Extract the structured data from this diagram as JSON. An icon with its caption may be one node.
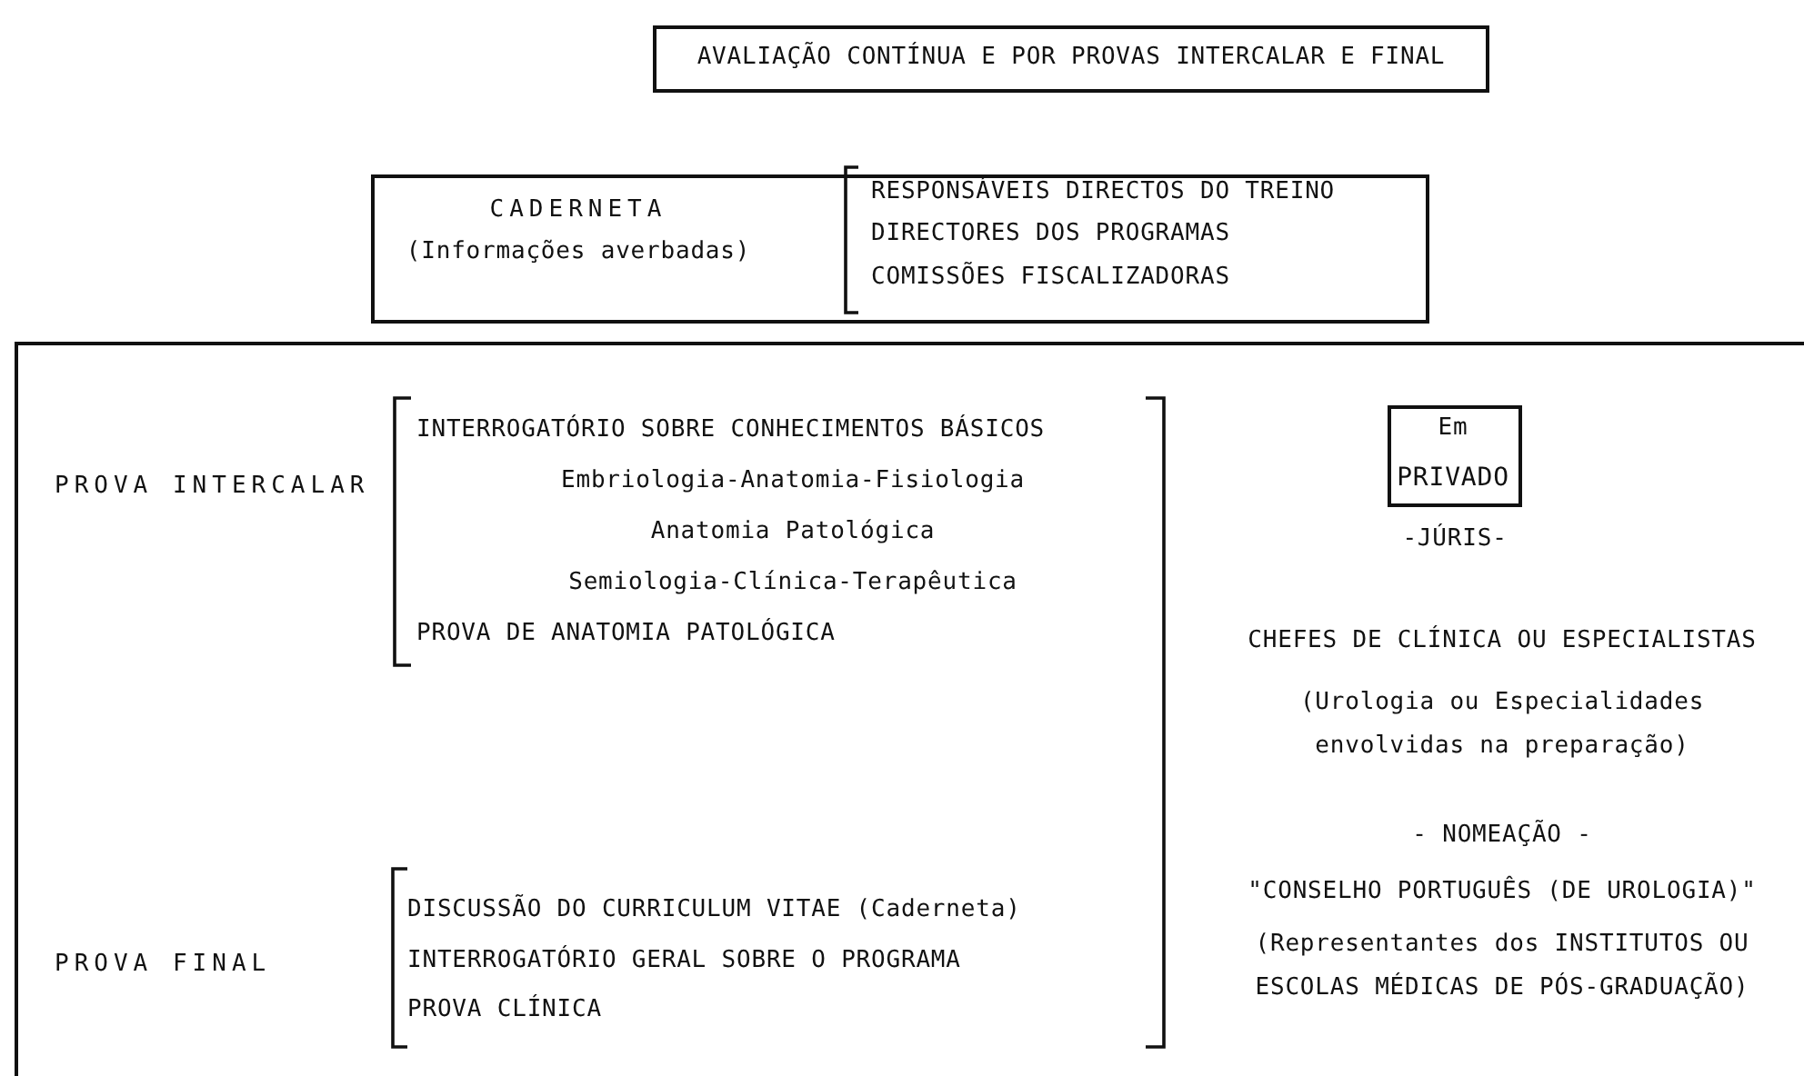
{
  "diagram": {
    "nodes": [
      {
        "text": [
          "AVALIAÇÃO CONTÍNUA E POR PROVAS INTERCALAR E FINAL"
        ]
      },
      {
        "text": [
          "CADERNETA",
          "(Informações averbadas)",
          "RESPONSÁVEIS DIRECTOS DO TREINO",
          "DIRECTORES DOS PROGRAMAS",
          "COMISSÕES FISCALIZADORAS"
        ]
      },
      {
        "text": [
          "PROVA INTERCALAR",
          "INTERROGATÓRIO SOBRE CONHECIMENTOS BÁSICOS",
          "Embriologia-Anatomia-Fisiologia",
          "Anatomia Patológica",
          "Semiologia-Clínica-Terapêutica",
          "PROVA DE ANATOMIA PATOLÓGICA",
          "PROVA FINAL",
          "DISCUSSÃO DO CURRICULUM VITAE (Caderneta)",
          "INTERROGATÓRIO GERAL SOBRE O PROGRAMA",
          "PROVA CLÍNICA",
          "-JÚRIS-",
          "CHEFES DE CLÍNICA OU ESPECIALISTAS",
          "(Urologia ou Especialidades envolvidas na preparação)",
          "- NOMEAÇÃO -",
          "\"CONSELHO PORTUGUÊS (DE UROLOGIA)\"",
          "(Representantes dos INSTITUTOS OU ESCOLAS MÉDICAS DE PÓS-GRADUAÇÃO)"
        ]
      },
      {
        "text": [
          "Em",
          "PRIVADO"
        ],
        "in": 2
      }
    ]
  }
}
